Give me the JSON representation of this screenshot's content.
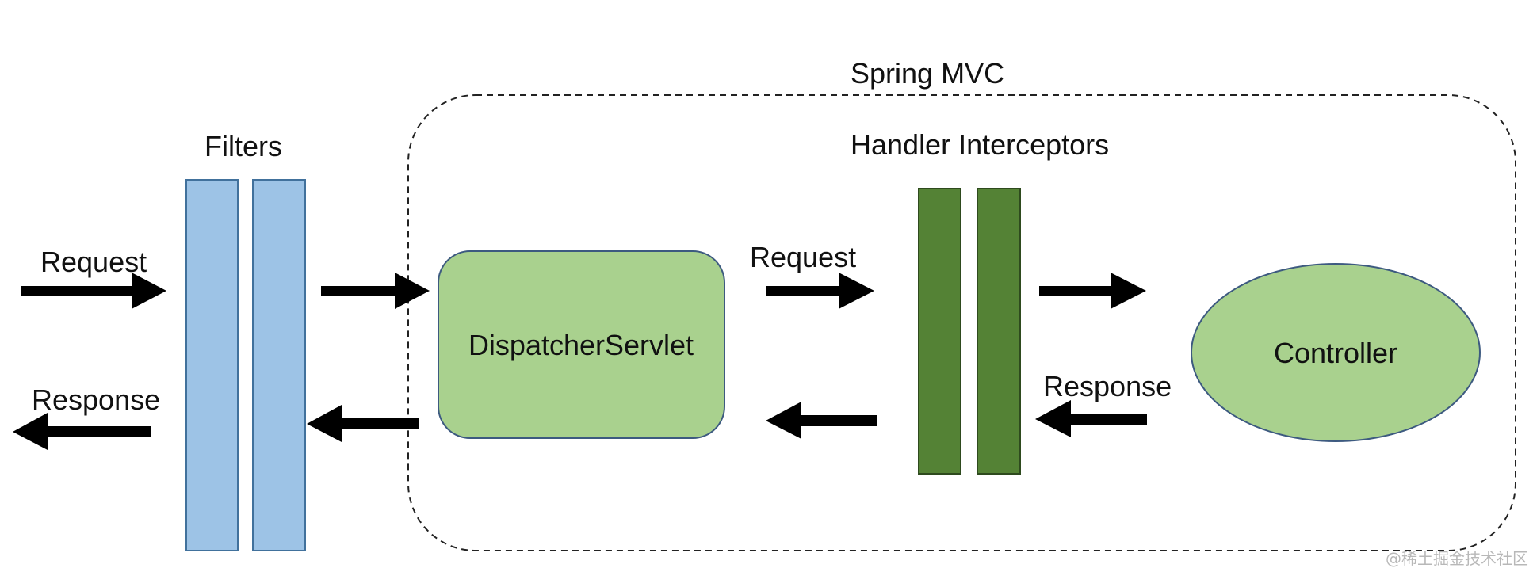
{
  "group": {
    "title": "Spring MVC",
    "subtitle": "Handler Interceptors"
  },
  "filters": {
    "label": "Filters"
  },
  "dispatcher": {
    "label": "DispatcherServlet"
  },
  "controller": {
    "label": "Controller"
  },
  "flow": {
    "request_in": "Request",
    "response_out": "Response",
    "request_mid": "Request",
    "response_mid": "Response"
  },
  "watermark": "@稀土掘金技术社区",
  "colors": {
    "filter_fill": "#9dc3e6",
    "filter_stroke": "#41719c",
    "servlet_fill": "#a9d18e",
    "servlet_stroke": "#3d5a80",
    "interceptor_fill": "#548235",
    "interceptor_stroke": "#2e4a1e",
    "arrow": "#000000",
    "dashed_border": "#222222"
  }
}
